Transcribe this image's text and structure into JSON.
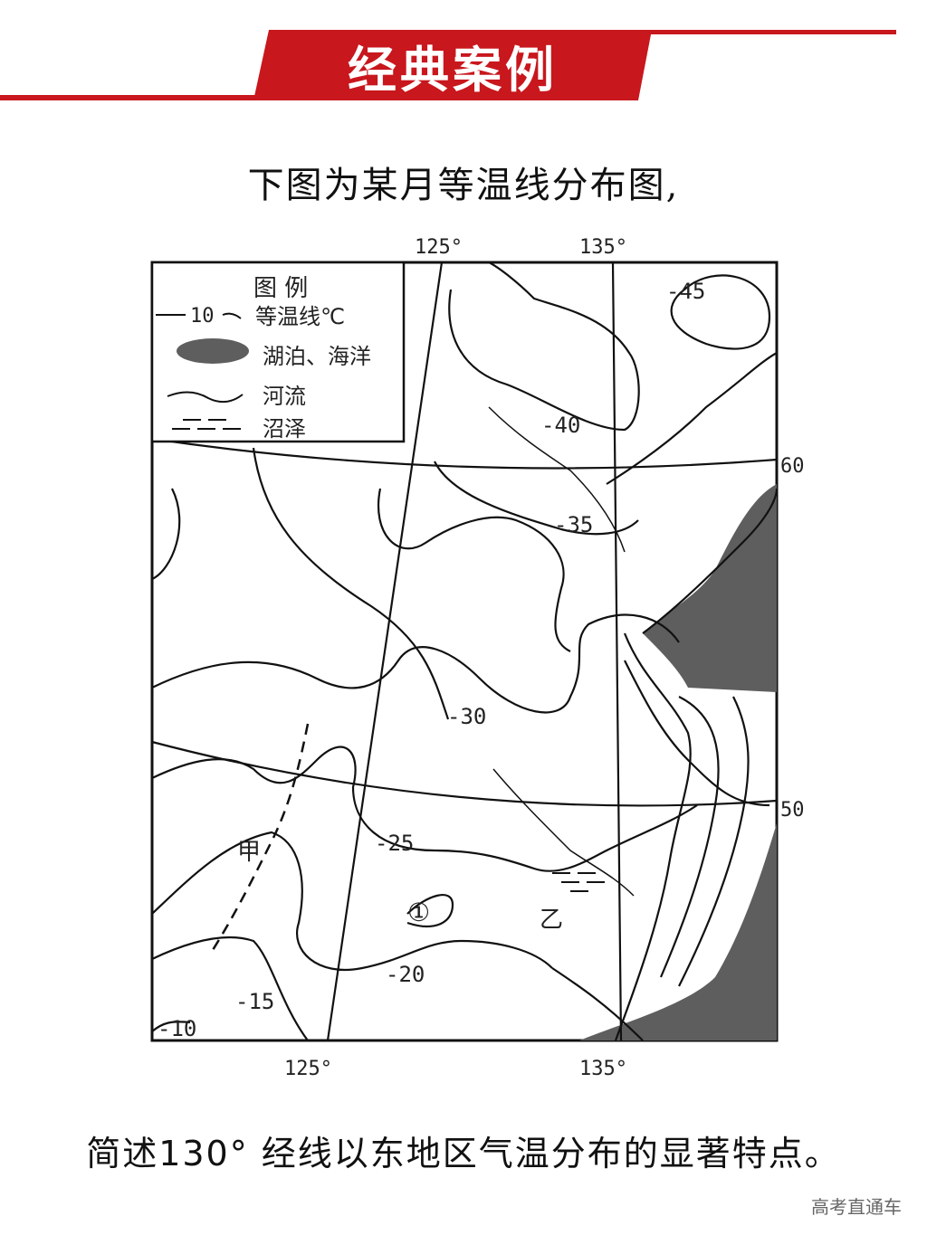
{
  "banner": {
    "title": "经典案例",
    "color": "#c8171d"
  },
  "intro_text": "下图为某月等温线分布图,",
  "map": {
    "longitude_labels_top": [
      "125°",
      "135°"
    ],
    "longitude_labels_bottom": [
      "125°",
      "135°"
    ],
    "latitude_labels": [
      "60°",
      "50°"
    ],
    "legend": {
      "title": "图 例",
      "isotherm_sample": "10",
      "isotherm_label": "等温线℃",
      "lake_label": "湖泊、海洋",
      "river_label": "河流",
      "swamp_label": "沼泽"
    },
    "isotherm_labels": {
      "t45": "-45",
      "t40": "-40",
      "t35": "-35",
      "t30": "-30",
      "t25": "-25",
      "t20": "-20",
      "t15": "-15",
      "t10": "-10"
    },
    "place_labels": {
      "jia": "甲",
      "yi": "乙",
      "circle_one": "①"
    },
    "sea_color": "#5e5e5e"
  },
  "question_text": "简述130° 经线以东地区气温分布的显著特点。",
  "watermark": "高考直通车"
}
